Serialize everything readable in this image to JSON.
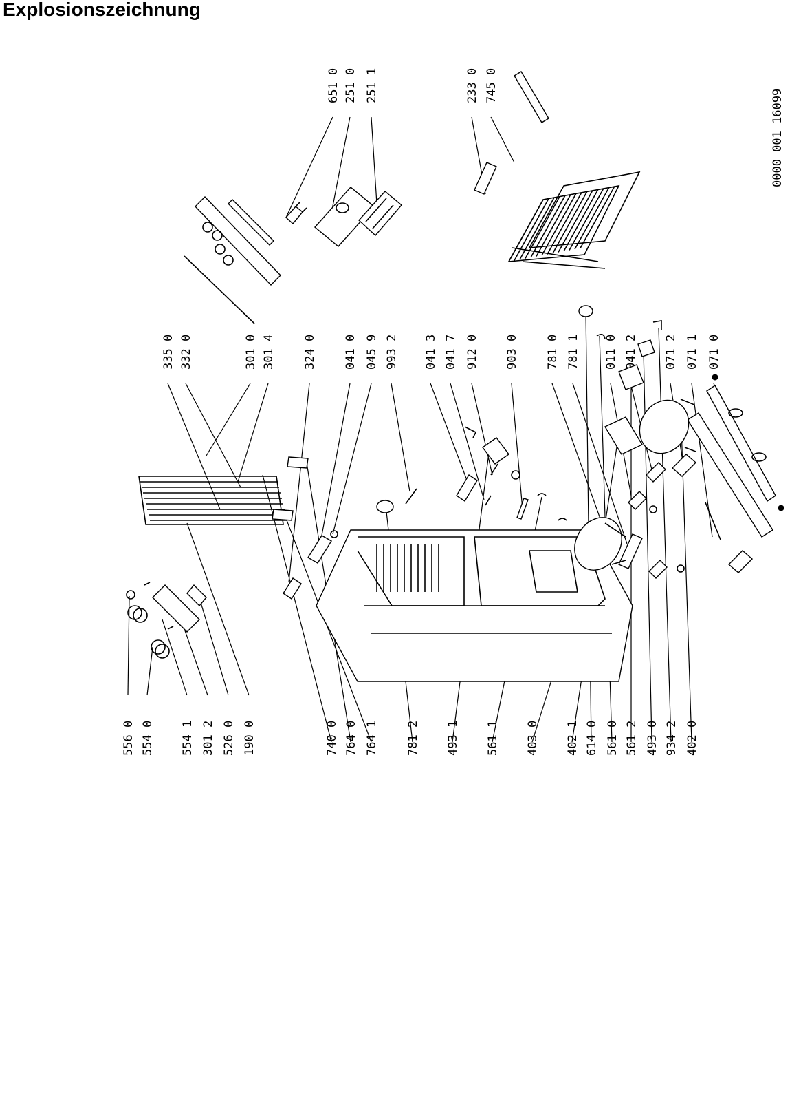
{
  "title": "Explosionszeichnung",
  "drawing_code": "0000 001  16099",
  "callouts": [
    {
      "id": "c6510",
      "label": "651 0"
    },
    {
      "id": "c2510",
      "label": "251 0"
    },
    {
      "id": "c2511",
      "label": "251 1"
    },
    {
      "id": "c2330",
      "label": "233 0"
    },
    {
      "id": "c7450",
      "label": "745 0"
    },
    {
      "id": "c3350",
      "label": "335 0"
    },
    {
      "id": "c3320",
      "label": "332 0"
    },
    {
      "id": "c3010",
      "label": "301 0"
    },
    {
      "id": "c3014",
      "label": "301 4"
    },
    {
      "id": "c3240",
      "label": "324 0"
    },
    {
      "id": "c0410",
      "label": "041 0"
    },
    {
      "id": "c0459",
      "label": "045 9"
    },
    {
      "id": "c9932",
      "label": "993 2"
    },
    {
      "id": "c0413",
      "label": "041 3"
    },
    {
      "id": "c0417",
      "label": "041 7"
    },
    {
      "id": "c9120",
      "label": "912 0"
    },
    {
      "id": "c9030",
      "label": "903 0"
    },
    {
      "id": "c7810",
      "label": "781 0"
    },
    {
      "id": "c7811",
      "label": "781 1"
    },
    {
      "id": "c0110",
      "label": "011 0"
    },
    {
      "id": "c0412",
      "label": "041 2"
    },
    {
      "id": "c0712",
      "label": "071 2"
    },
    {
      "id": "c0711",
      "label": "071 1"
    },
    {
      "id": "c0710",
      "label": "071 0"
    },
    {
      "id": "c5560",
      "label": "556 0"
    },
    {
      "id": "c5540",
      "label": "554 0"
    },
    {
      "id": "c5541",
      "label": "554 1"
    },
    {
      "id": "c3012",
      "label": "301 2"
    },
    {
      "id": "c5260",
      "label": "526 0"
    },
    {
      "id": "c1900",
      "label": "190 0"
    },
    {
      "id": "c7400",
      "label": "740 0"
    },
    {
      "id": "c7640",
      "label": "764 0"
    },
    {
      "id": "c7641",
      "label": "764 1"
    },
    {
      "id": "c7812",
      "label": "781 2"
    },
    {
      "id": "c4931",
      "label": "493 1"
    },
    {
      "id": "c5611",
      "label": "561 1"
    },
    {
      "id": "c4030",
      "label": "403 0"
    },
    {
      "id": "c4021",
      "label": "402 1"
    },
    {
      "id": "c6140",
      "label": "614 0"
    },
    {
      "id": "c5610",
      "label": "561 0"
    },
    {
      "id": "c5612",
      "label": "561 2"
    },
    {
      "id": "c4930",
      "label": "493 0"
    },
    {
      "id": "c9342",
      "label": "934 2"
    },
    {
      "id": "c4020",
      "label": "402 0"
    }
  ]
}
